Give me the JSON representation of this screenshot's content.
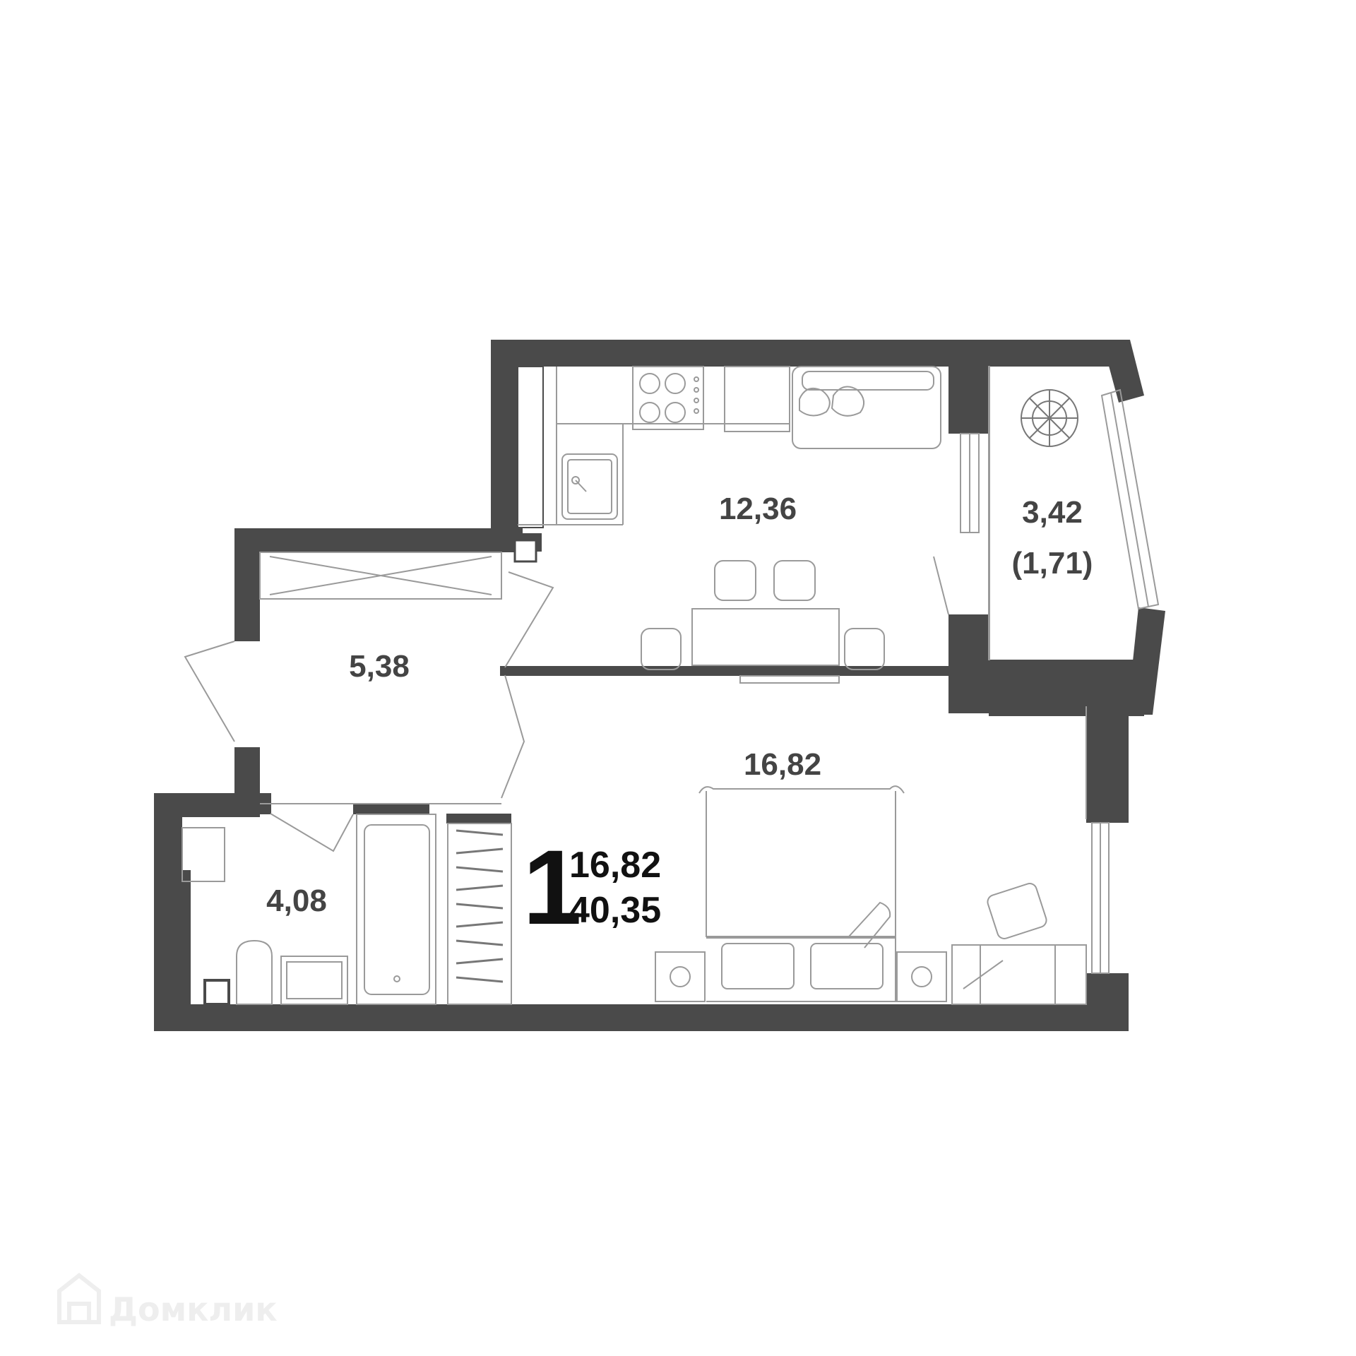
{
  "plan": {
    "rooms": [
      {
        "id": "kitchen",
        "area": "12,36"
      },
      {
        "id": "hall",
        "area": "5,38"
      },
      {
        "id": "living",
        "area": "16,82"
      },
      {
        "id": "bathroom",
        "area": "4,08"
      },
      {
        "id": "balcony",
        "area": "3,42",
        "area_reduced": "(1,71)"
      }
    ],
    "summary": {
      "rooms_count": "1",
      "living_area": "16,82",
      "total_area": "40,35"
    }
  },
  "watermark": {
    "text": "Домклик"
  },
  "colors": {
    "wall": "#4a4a4a",
    "line": "#9a9a9a",
    "text": "#444444",
    "summary": "#111111"
  }
}
